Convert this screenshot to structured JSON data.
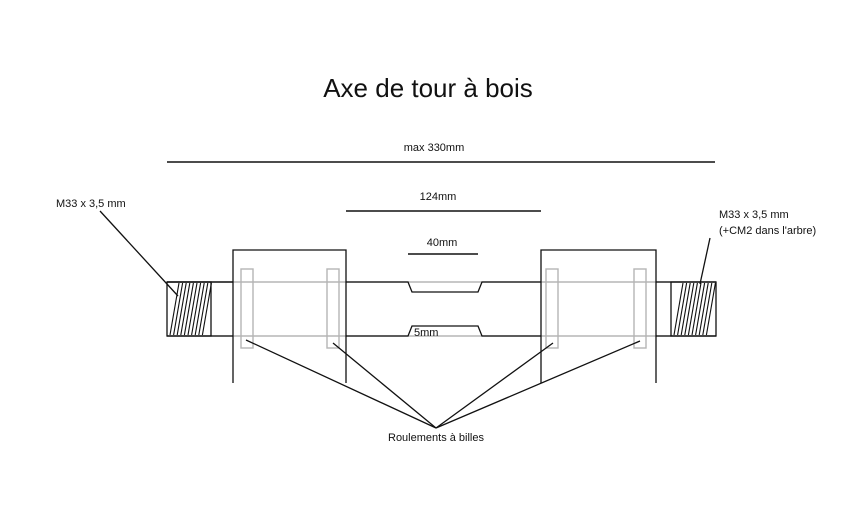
{
  "title": "Axe de tour à bois",
  "dimensions": {
    "overall": "max 330mm",
    "bearing_span": "124mm",
    "center_groove": "40mm",
    "groove_depth": "5mm"
  },
  "threads": {
    "left": "M33 x 3,5 mm",
    "right_line1": "M33 x 3,5 mm",
    "right_line2": "(+CM2 dans l'arbre)"
  },
  "bearings_label": "Roulements à billes",
  "colors": {
    "stroke": "#111111",
    "shaft_outline": "#b5b5b5",
    "background": "#ffffff"
  }
}
